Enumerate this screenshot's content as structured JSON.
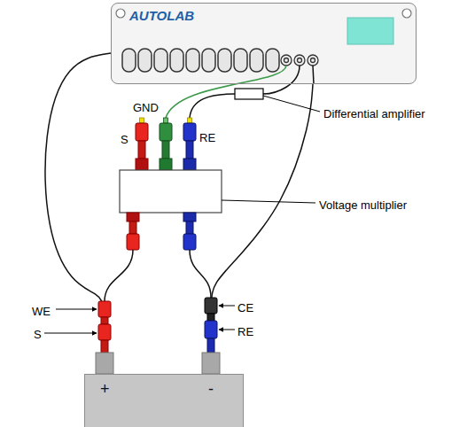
{
  "diagram": {
    "nodes": [
      {
        "text": [
          "AUTOLAB"
        ]
      },
      {
        "text": [
          "+",
          "-"
        ]
      }
    ],
    "edges": [
      {
        "from": 0,
        "to": 1,
        "arrow": "none"
      },
      {
        "from": 0,
        "to": 1,
        "arrow": "none"
      }
    ],
    "labels": [
      "GND",
      "S",
      "RE",
      "Differential amplifier",
      "Voltage multiplier",
      "WE",
      "S",
      "CE",
      "RE"
    ]
  }
}
